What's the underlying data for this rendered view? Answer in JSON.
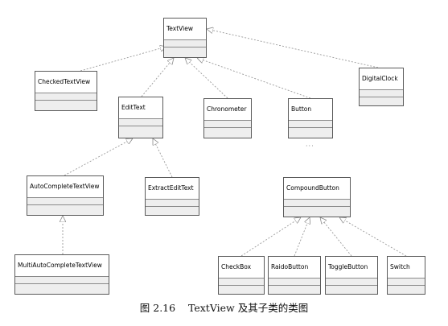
{
  "diagram": {
    "classes": [
      {
        "id": "textview",
        "name": "TextView"
      },
      {
        "id": "checkedtextview",
        "name": "CheckedTextView"
      },
      {
        "id": "digitalclock",
        "name": "DigitalClock"
      },
      {
        "id": "edittext",
        "name": "EditText"
      },
      {
        "id": "chronometer",
        "name": "Chronometer"
      },
      {
        "id": "button",
        "name": "Button"
      },
      {
        "id": "autocompletetextview",
        "name": "AutoCompleteTextView"
      },
      {
        "id": "extractedittext",
        "name": "ExtractEditText"
      },
      {
        "id": "compoundbutton",
        "name": "CompoundButton"
      },
      {
        "id": "multiautocompletetextview",
        "name": "MultiAutoCompleteTextView"
      },
      {
        "id": "checkbox",
        "name": "CheckBox"
      },
      {
        "id": "raidobutton",
        "name": "RaidoButton"
      },
      {
        "id": "togglebutton",
        "name": "ToggleButton"
      },
      {
        "id": "switch",
        "name": "Switch"
      }
    ],
    "inheritance": [
      {
        "child": "checkedtextview",
        "parent": "textview"
      },
      {
        "child": "edittext",
        "parent": "textview"
      },
      {
        "child": "chronometer",
        "parent": "textview"
      },
      {
        "child": "button",
        "parent": "textview"
      },
      {
        "child": "digitalclock",
        "parent": "textview"
      },
      {
        "child": "autocompletetextview",
        "parent": "edittext"
      },
      {
        "child": "extractedittext",
        "parent": "edittext"
      },
      {
        "child": "multiautocompletetextview",
        "parent": "autocompletetextview"
      },
      {
        "child": "checkbox",
        "parent": "compoundbutton"
      },
      {
        "child": "raidobutton",
        "parent": "compoundbutton"
      },
      {
        "child": "togglebutton",
        "parent": "compoundbutton"
      },
      {
        "child": "switch",
        "parent": "compoundbutton"
      }
    ],
    "ellipsis": "···",
    "caption": "图 2.16    TextView 及其子类的类图"
  }
}
